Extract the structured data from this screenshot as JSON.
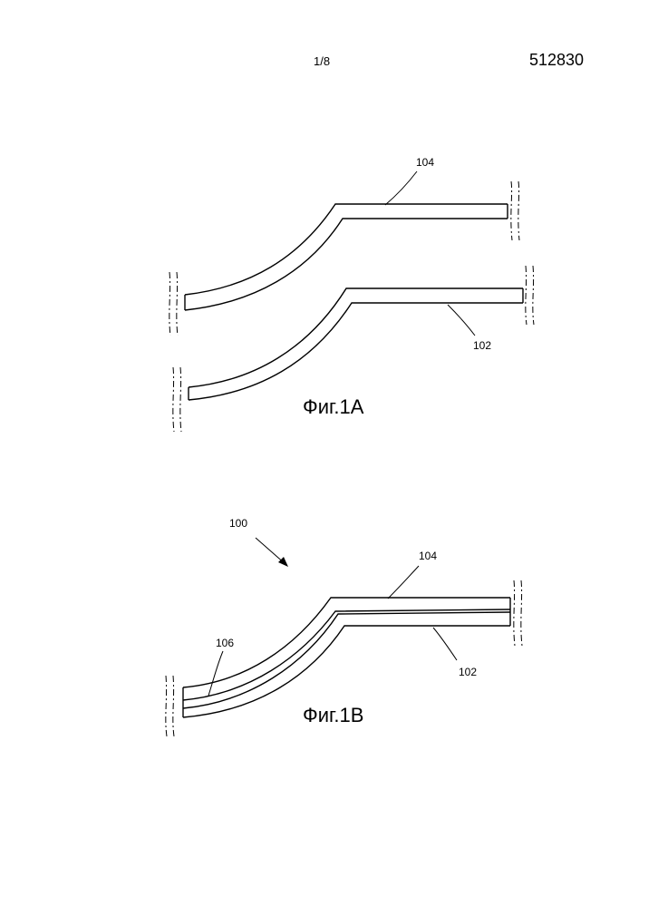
{
  "header": {
    "page_number": "1/8",
    "document_number": "512830"
  },
  "figure_1a": {
    "caption": "Фиг.1А",
    "label_upper": "104",
    "label_lower": "102"
  },
  "figure_1b": {
    "caption": "Фиг.1В",
    "label_assembly": "100",
    "label_upper": "104",
    "label_middle": "106",
    "label_lower": "102"
  }
}
